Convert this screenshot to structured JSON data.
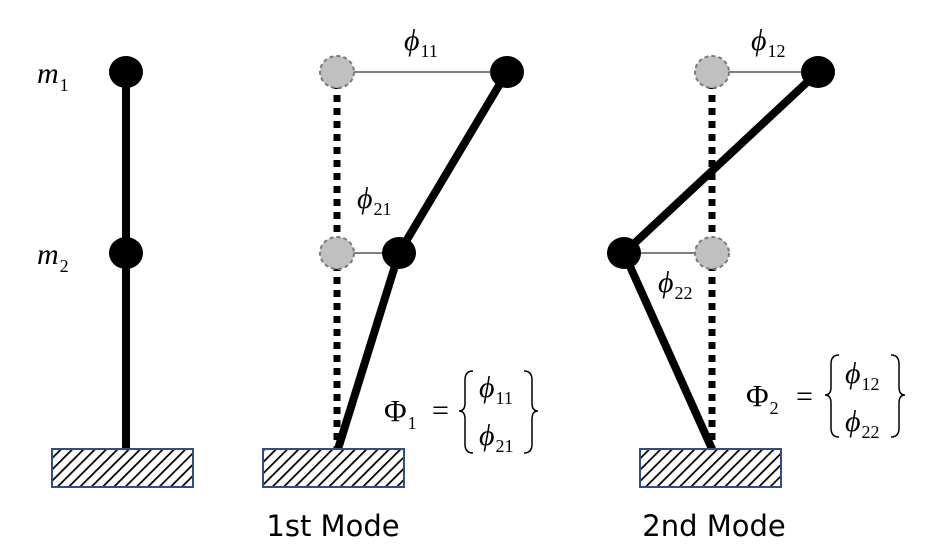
{
  "diagram": {
    "colors": {
      "line": "#000000",
      "ghost_node": "#c0c0c0",
      "ghost_outline": "#7a7a7a",
      "ground_outline": "#2f4f8a"
    },
    "labels": {
      "m1": "m",
      "m1_sub": "1",
      "m2": "m",
      "m2_sub": "2",
      "phi11": "ϕ",
      "phi11_sub": "11",
      "phi21": "ϕ",
      "phi21_sub": "21",
      "phi12": "ϕ",
      "phi12_sub": "12",
      "phi22": "ϕ",
      "phi22_sub": "22"
    },
    "modes": [
      {
        "caption": "1st Mode",
        "vector_symbol": "Φ",
        "vector_sub": "1",
        "equals": "=",
        "entries": [
          {
            "sym": "ϕ",
            "sub": "11"
          },
          {
            "sym": "ϕ",
            "sub": "21"
          }
        ]
      },
      {
        "caption": "2nd Mode",
        "vector_symbol": "Φ",
        "vector_sub": "2",
        "equals": "=",
        "entries": [
          {
            "sym": "ϕ",
            "sub": "12"
          },
          {
            "sym": "ϕ",
            "sub": "22"
          }
        ]
      }
    ]
  }
}
